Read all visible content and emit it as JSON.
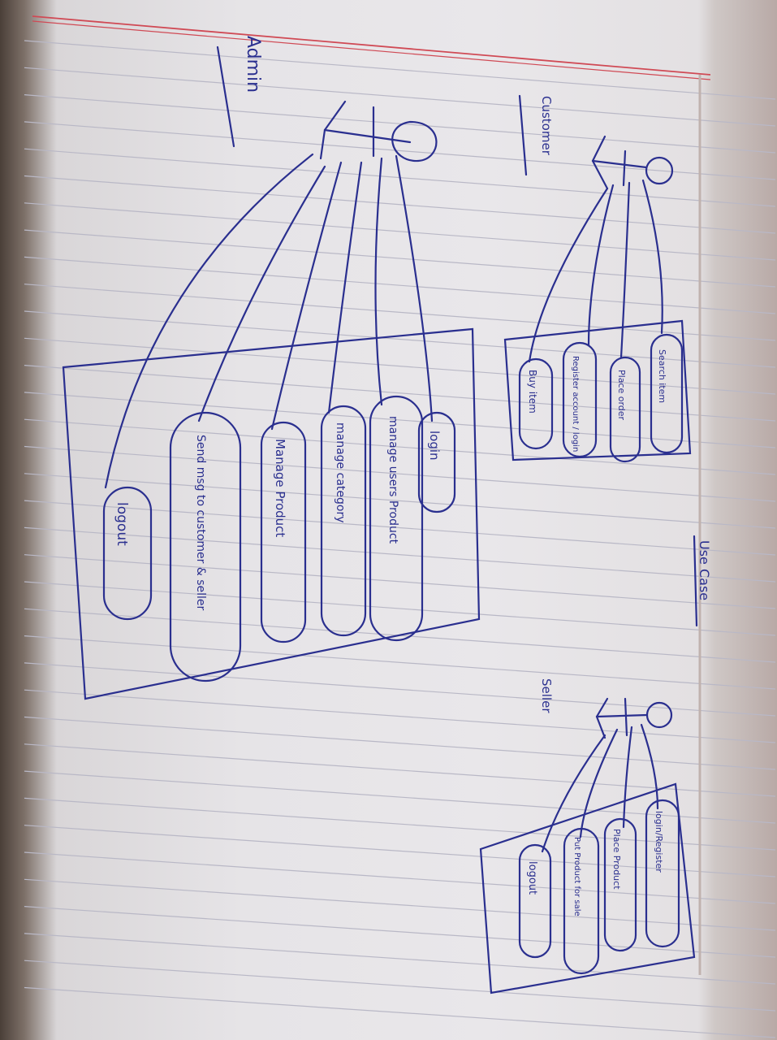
{
  "diagram": {
    "title": "Use Case",
    "actors": [
      {
        "name": "Customer",
        "use_cases": [
          "Search item",
          "Place order",
          "Register account / login",
          "Buy item"
        ]
      },
      {
        "name": "Admin",
        "use_cases": [
          "login",
          "manage users Product",
          "manage category",
          "Manage Product",
          "Send msg to customer & seller",
          "logout"
        ]
      },
      {
        "name": "Seller",
        "use_cases": [
          "login/Register",
          "Place Product",
          "Put Product for sale",
          "logout"
        ]
      }
    ]
  },
  "colors": {
    "ink": "#2a2f8f",
    "paper": "#e7e5e8",
    "rule": "#b9b8c6",
    "margin": "#d04a55"
  }
}
